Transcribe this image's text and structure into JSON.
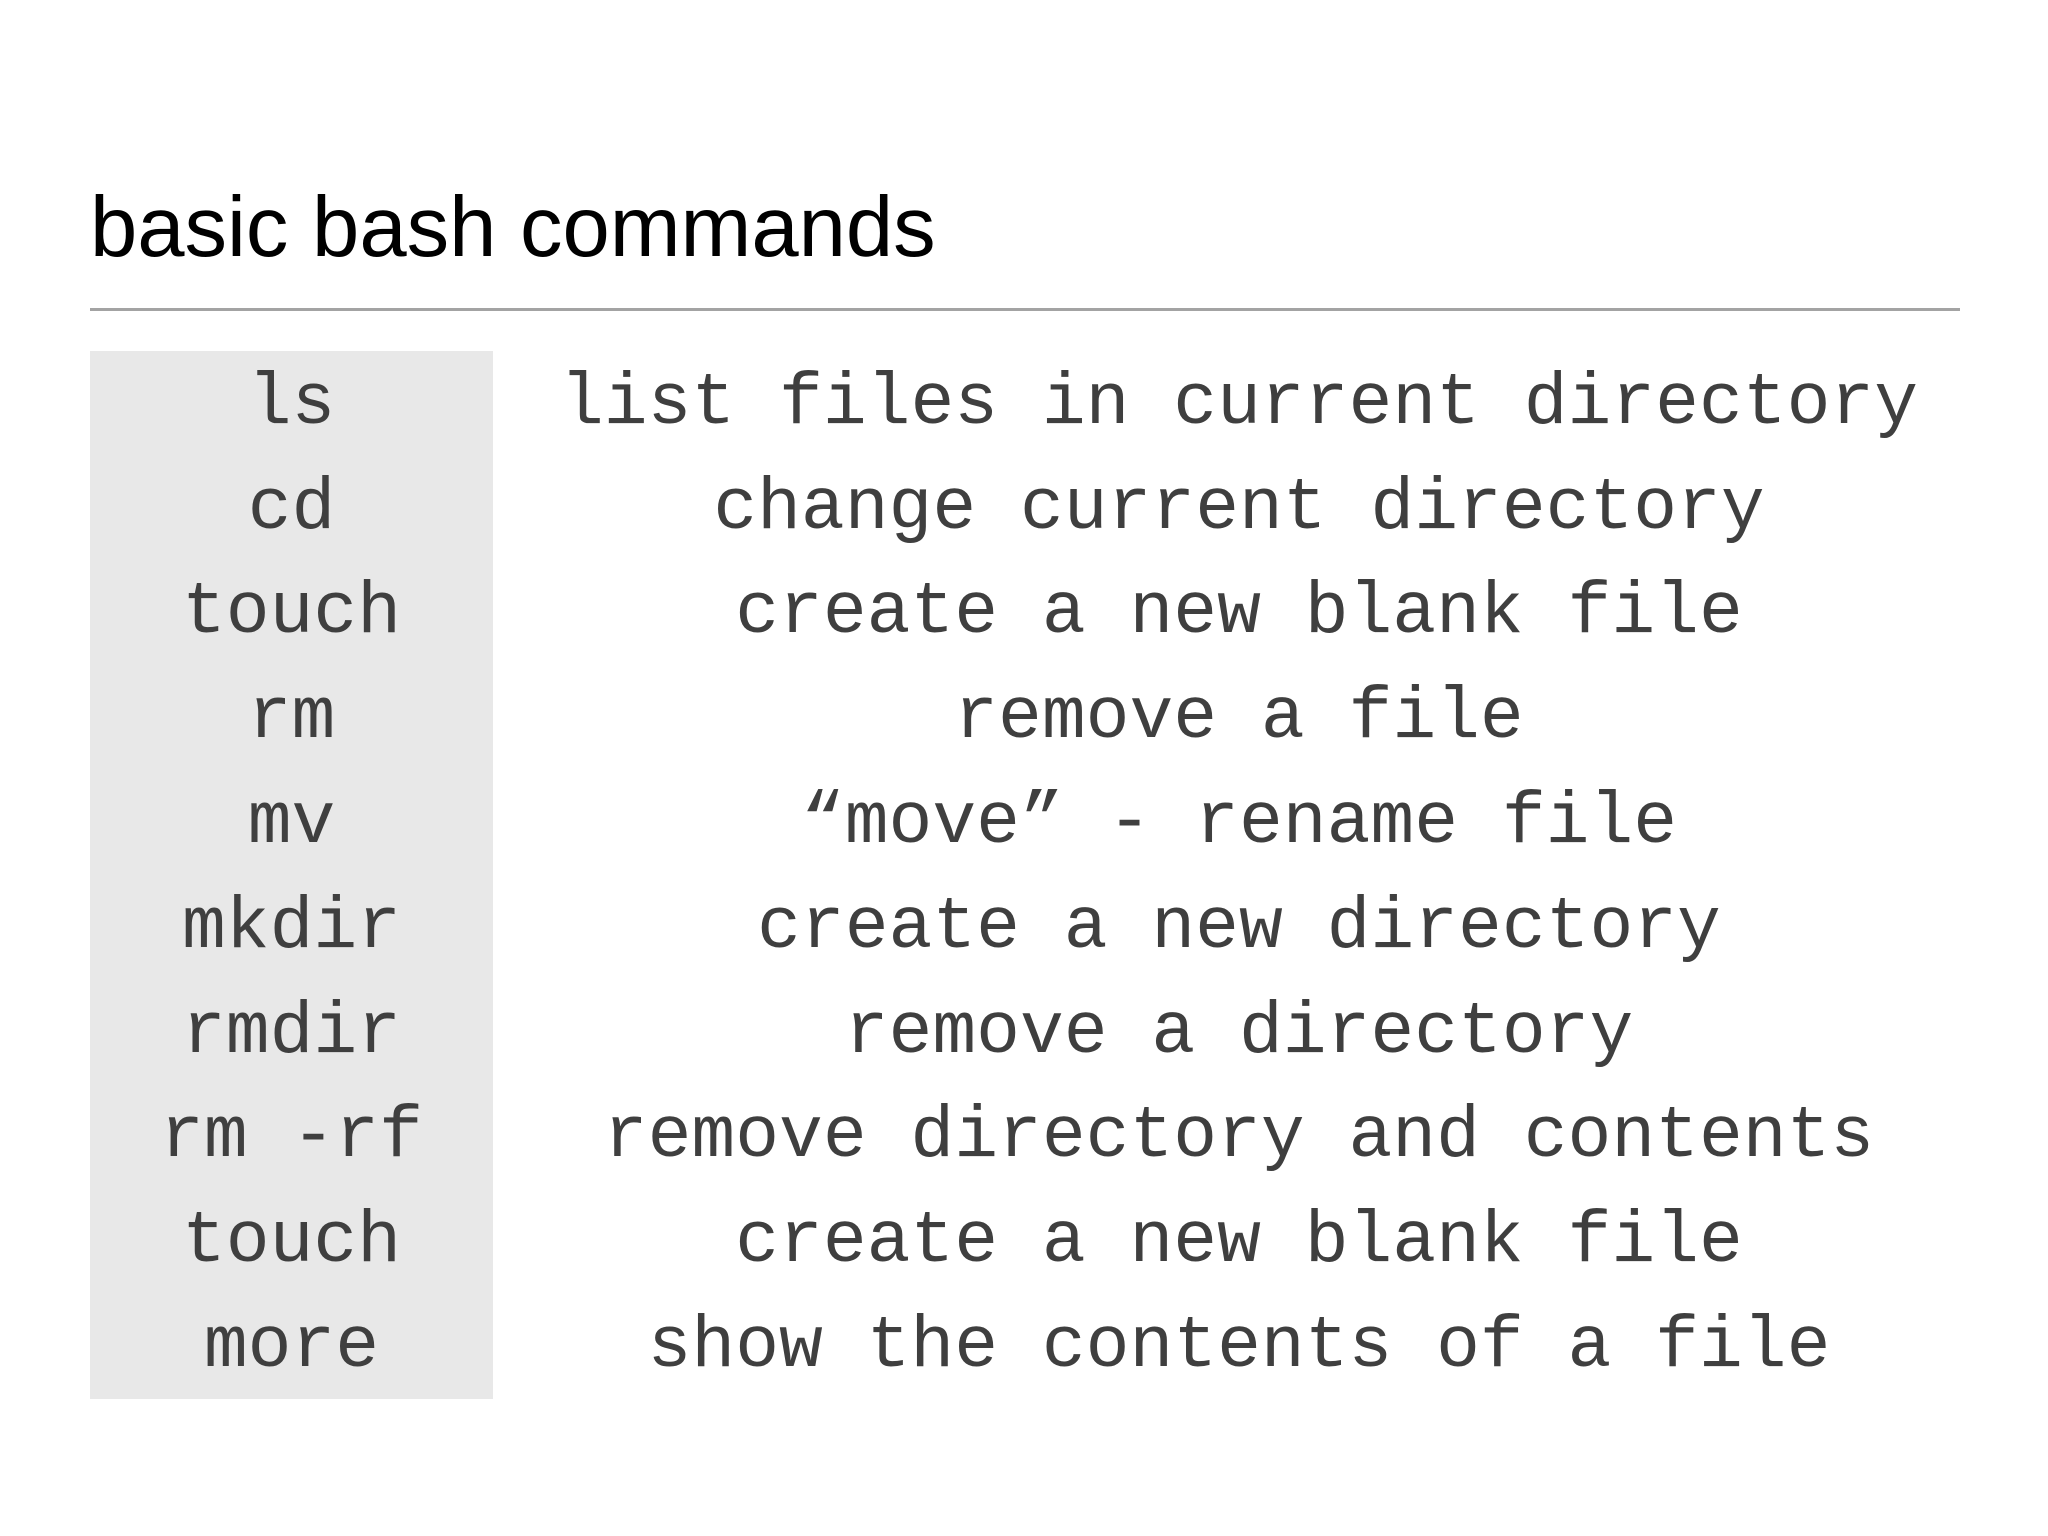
{
  "title": "basic bash commands",
  "table": {
    "rows": [
      {
        "command": "ls",
        "description": "list files in current directory"
      },
      {
        "command": "cd",
        "description": "change current directory"
      },
      {
        "command": "touch",
        "description": "create a new blank file"
      },
      {
        "command": "rm",
        "description": "remove a file"
      },
      {
        "command": "mv",
        "description": "“move” - rename file"
      },
      {
        "command": "mkdir",
        "description": "create a new directory"
      },
      {
        "command": "rmdir",
        "description": "remove a directory"
      },
      {
        "command": "rm -rf",
        "description": "remove directory and contents"
      },
      {
        "command": "touch",
        "description": "create a new blank file"
      },
      {
        "command": "more",
        "description": "show the contents of a file"
      }
    ]
  },
  "colors": {
    "title_color": "#000000",
    "text_color": "#3f3f3f",
    "divider_color": "#a3a3a3",
    "command_column_bg": "#e8e8e8"
  }
}
